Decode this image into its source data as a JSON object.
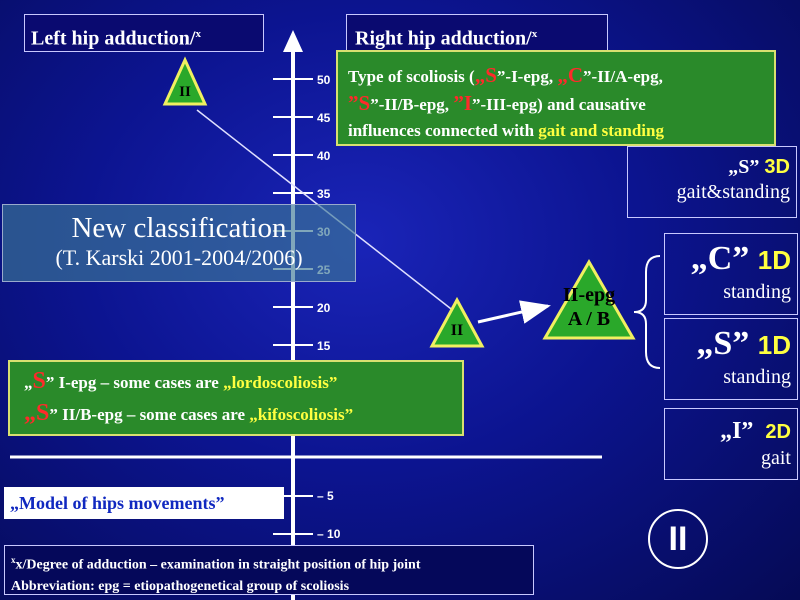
{
  "titles": {
    "left": "Left hip adduction/",
    "left_sup": "x",
    "right": "Right hip adduction/",
    "right_sup": "x"
  },
  "axis": {
    "ticks_top": [
      "50",
      "45",
      "40",
      "35",
      "30",
      "25",
      "20",
      "15"
    ],
    "ticks_bottom": [
      "5",
      "10"
    ]
  },
  "scoliosis_box": {
    "p1": "Type of scoliosis (",
    "s1": "„S",
    "p2": "”-I-epg, ",
    "c1": "„C",
    "p3": "”-II/A-epg,",
    "s2": "”S",
    "p4": "”-II/B-epg, ",
    "i1": "”I",
    "p5": "”-III-epg) and causative",
    "p6": "influences connected with ",
    "hl": "gait and standing"
  },
  "classification": {
    "line1": "New classification",
    "line2": "(T. Karski 2001-2004/2006)"
  },
  "triangles": {
    "top": "II",
    "middle": "II",
    "right_line1": "II-epg",
    "right_line2": "A / B"
  },
  "types": {
    "s3d_q": "„S”",
    "s3d_d": "3D",
    "s3d_sub": "gait&standing",
    "c1d_q": "„C”",
    "c1d_d": "1D",
    "c1d_sub": "standing",
    "s1d_q": "„S”",
    "s1d_d": "1D",
    "s1d_sub": "standing",
    "i2d_q": "„I”",
    "i2d_d": "2D",
    "i2d_sub": "gait"
  },
  "lordo_box": {
    "r1_pre": "„",
    "r1_s": "S",
    "r1_mid": "”  I-epg –   some cases are ",
    "r1_hl": "„lordoscoliosis”",
    "r2_s": "„S",
    "r2_mid": "” II/B-epg – some cases are ",
    "r2_hl": "„kifoscoliosis”"
  },
  "model_label": "„Model of hips movements”",
  "footnote": {
    "line1": "x/Degree of adduction – examination in straight position of hip joint",
    "line2": "Abbreviation: epg = etiopathogenetical group of scoliosis"
  },
  "corner_badge": "II"
}
